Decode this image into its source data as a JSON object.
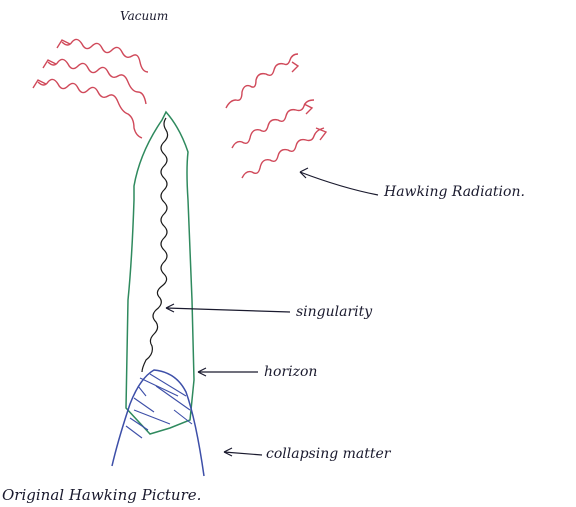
{
  "labels": {
    "top": "Vacuum",
    "radiation": "Hawking Radiation.",
    "singularity": "singularity",
    "horizon": "horizon",
    "matter": "collapsing matter",
    "caption": "Original Hawking Picture."
  },
  "colors": {
    "radiation": "#d0495a",
    "horizon": "#2f8a5e",
    "matter": "#3d4fa8",
    "singularity": "#1a1a1a",
    "ink": "#1a1a2e"
  },
  "radiation_wave_count": 6
}
